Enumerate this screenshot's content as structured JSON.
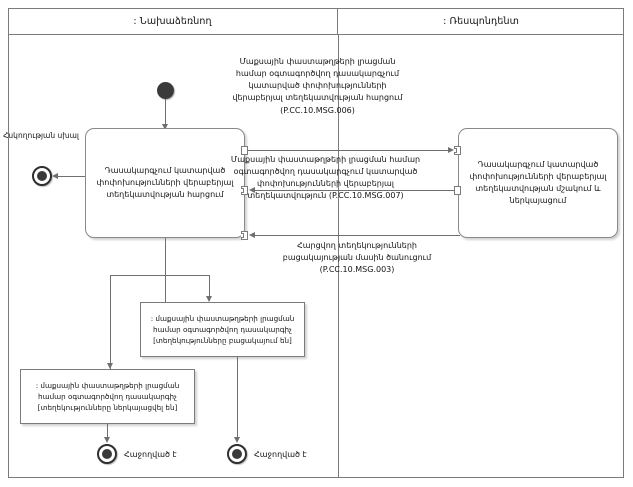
{
  "diagram": {
    "title": "UML activity diagram with swimlanes",
    "frame_color": "#7b7b7b"
  },
  "lanes": [
    {
      "id": "initiator",
      "label": ": Նախաձեռնող"
    },
    {
      "id": "respondent",
      "label": ": Ռեսպոնդենտ"
    }
  ],
  "nodes": {
    "initial": {
      "name": "initial-node"
    },
    "activity_left": {
      "label": "Դասակարգչում կատարված փոփոխությունների վերաբերյալ տեղեկատվության հարցում"
    },
    "activity_right": {
      "label": "Դասակարգչում կատարված փոփոխությունների վերաբերյալ տեղեկատվության մշակում և ներկայացում"
    },
    "note_middle": {
      "label": ": մաքսային փաստաթղթերի լրացման համար օգտագործվող դասակարգիչ [տեղեկությունները բացակայում են]"
    },
    "note_left": {
      "label": ": մաքսային փաստաթղթերի լրացման համար օգտագործվող դասակարգիչ [տեղեկությունները ներկայացվել են]"
    },
    "error_label": {
      "label": "Հսկողության սխալ"
    },
    "final_left": {
      "label": "Հաջողված է"
    },
    "final_right": {
      "label": "Հաջողված է"
    }
  },
  "messages": [
    {
      "id": "msg006",
      "text": "Մաքսային փաստաթղթերի լրացման համար օգտագործվող դասակարգչում կատարված փոփոխությունների վերաբերյալ տեղեկատվության հարցում",
      "code": "(P.CC.10.MSG.006)"
    },
    {
      "id": "msg007",
      "text": "Մաքսային փաստաթղթերի լրացման համար օգտագործվող դասակարգչում կատարված փոփոխությունների վերաբերյալ տեղեկատվություն",
      "code": "(P.CC.10.MSG.007)"
    },
    {
      "id": "msg003",
      "text": "Հարցվող տեղեկությունների բացակայության մասին ծանուցում",
      "code": "(P.CC.10.MSG.003)"
    }
  ]
}
